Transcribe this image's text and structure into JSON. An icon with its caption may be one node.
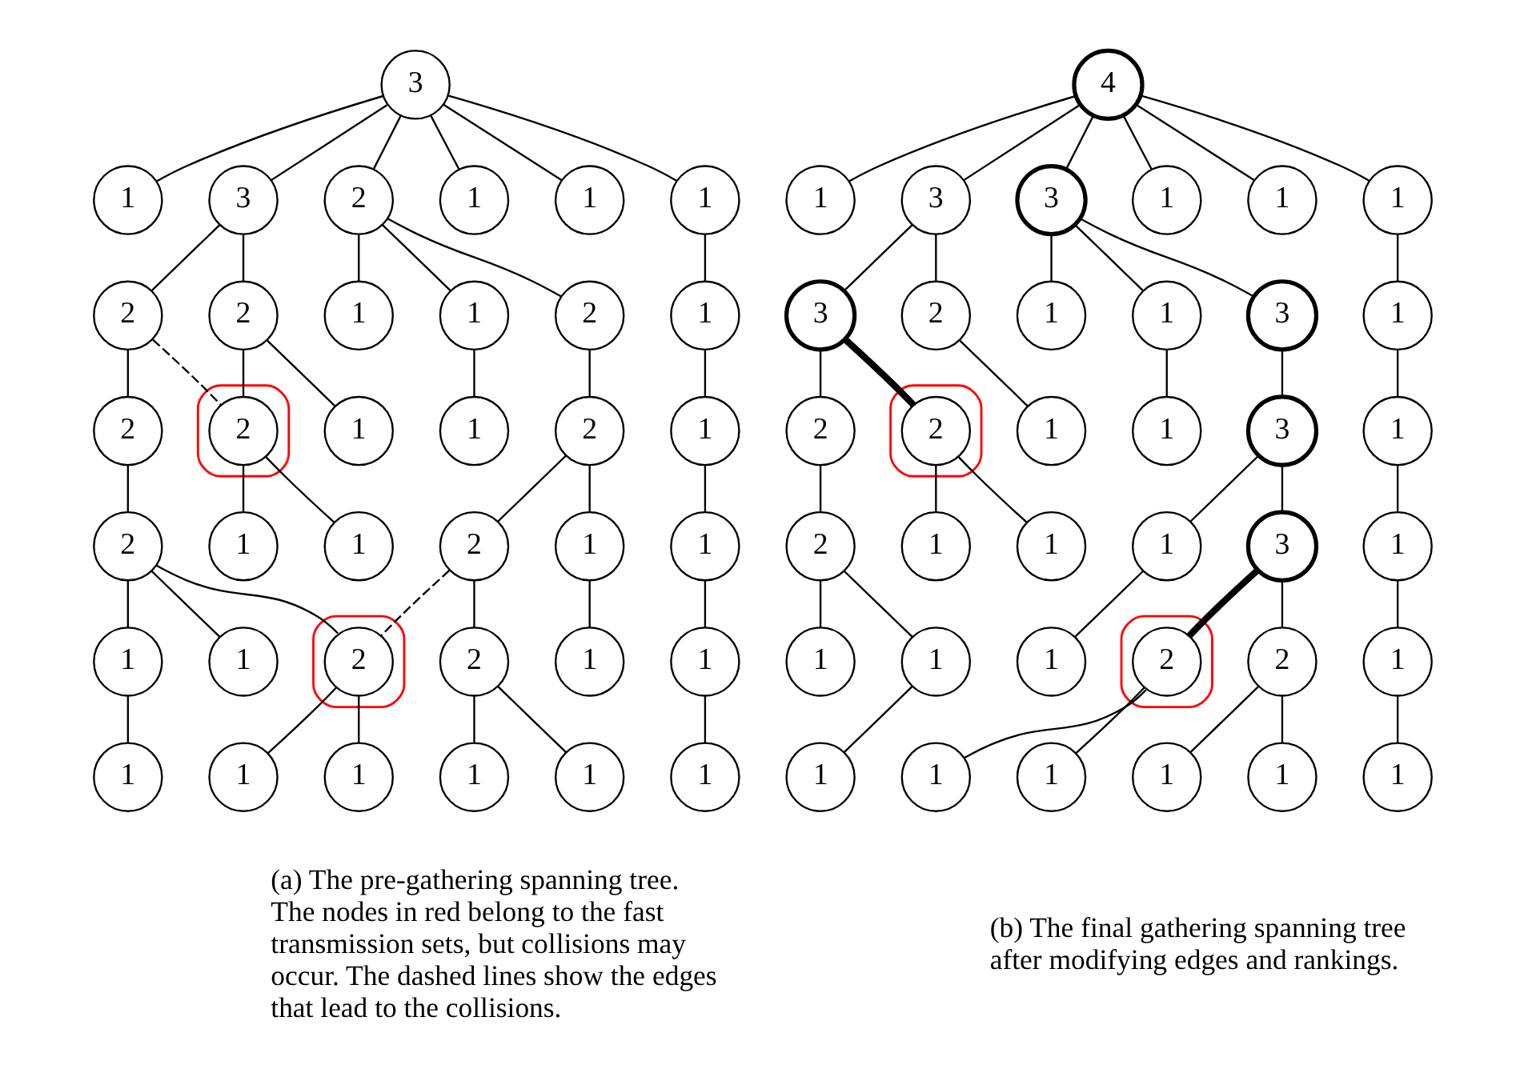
{
  "diagram": {
    "nodes": [
      {
        "text": [
          "3"
        ]
      },
      {
        "text": [
          "1"
        ]
      },
      {
        "text": [
          "3"
        ]
      },
      {
        "text": [
          "2"
        ]
      },
      {
        "text": [
          "1"
        ]
      },
      {
        "text": [
          "1"
        ]
      },
      {
        "text": [
          "1"
        ]
      },
      {
        "text": [
          "2"
        ]
      },
      {
        "text": [
          "2"
        ]
      },
      {
        "text": [
          "1"
        ]
      },
      {
        "text": [
          "1"
        ]
      },
      {
        "text": [
          "2"
        ]
      },
      {
        "text": [
          "1"
        ]
      },
      {
        "text": [
          "2"
        ]
      },
      {
        "text": [],
        "shape": "box"
      },
      {
        "text": [
          "2"
        ],
        "in": 14
      },
      {
        "text": [
          "1"
        ]
      },
      {
        "text": [
          "1"
        ]
      },
      {
        "text": [
          "2"
        ]
      },
      {
        "text": [
          "1"
        ]
      },
      {
        "text": [
          "2"
        ]
      },
      {
        "text": [
          "1"
        ]
      },
      {
        "text": [
          "1"
        ]
      },
      {
        "text": [
          "1"
        ]
      },
      {
        "text": [
          "2"
        ]
      },
      {
        "text": [
          "1"
        ]
      },
      {
        "text": [
          "1"
        ]
      },
      {
        "text": [],
        "shape": "box"
      },
      {
        "text": [
          "2"
        ],
        "in": 27
      },
      {
        "text": [
          "1"
        ]
      },
      {
        "text": [
          "1"
        ]
      },
      {
        "text": [
          "2"
        ]
      },
      {
        "text": [
          "1"
        ]
      },
      {
        "text": [
          "1"
        ]
      },
      {
        "text": [
          "1"
        ]
      },
      {
        "text": [
          "1"
        ]
      },
      {
        "text": [
          "1"
        ]
      },
      {
        "text": [
          "1"
        ]
      },
      {
        "text": [
          "1"
        ]
      },
      {
        "text": [
          "4"
        ]
      },
      {
        "text": [
          "1"
        ]
      },
      {
        "text": [
          "3"
        ]
      },
      {
        "text": [
          "3"
        ]
      },
      {
        "text": [
          "1"
        ]
      },
      {
        "text": [
          "1"
        ]
      },
      {
        "text": [
          "1"
        ]
      },
      {
        "text": [
          "3"
        ]
      },
      {
        "text": [
          "2"
        ]
      },
      {
        "text": [
          "1"
        ]
      },
      {
        "text": [
          "1"
        ]
      },
      {
        "text": [
          "3"
        ]
      },
      {
        "text": [
          "1"
        ]
      },
      {
        "text": [
          "2"
        ]
      },
      {
        "text": [],
        "shape": "box"
      },
      {
        "text": [
          "2"
        ],
        "in": 53
      },
      {
        "text": [
          "1"
        ]
      },
      {
        "text": [
          "1"
        ]
      },
      {
        "text": [
          "3"
        ]
      },
      {
        "text": [
          "1"
        ]
      },
      {
        "text": [
          "2"
        ]
      },
      {
        "text": [
          "1"
        ]
      },
      {
        "text": [
          "1"
        ]
      },
      {
        "text": [
          "1"
        ]
      },
      {
        "text": [
          "3"
        ]
      },
      {
        "text": [
          "1"
        ]
      },
      {
        "text": [
          "1"
        ]
      },
      {
        "text": [],
        "shape": "box"
      },
      {
        "text": [
          "2"
        ],
        "in": 66
      },
      {
        "text": [
          "1"
        ]
      },
      {
        "text": [
          "1"
        ]
      },
      {
        "text": [
          "2"
        ]
      },
      {
        "text": [
          "1"
        ]
      },
      {
        "text": [
          "1"
        ]
      },
      {
        "text": [
          "1"
        ]
      },
      {
        "text": [
          "1"
        ]
      },
      {
        "text": [
          "1"
        ]
      },
      {
        "text": [
          "1"
        ]
      },
      {
        "text": [
          "1"
        ]
      }
    ],
    "edges": [
      {
        "from": 0,
        "to": 1,
        "arrow": "none"
      },
      {
        "from": 0,
        "to": 2,
        "arrow": "none"
      },
      {
        "from": 0,
        "to": 3,
        "arrow": "none"
      },
      {
        "from": 0,
        "to": 4,
        "arrow": "none"
      },
      {
        "from": 0,
        "to": 5,
        "arrow": "none"
      },
      {
        "from": 0,
        "to": 6,
        "arrow": "none"
      },
      {
        "from": 2,
        "to": 7,
        "arrow": "none"
      },
      {
        "from": 2,
        "to": 8,
        "arrow": "none"
      },
      {
        "from": 3,
        "to": 9,
        "arrow": "none"
      },
      {
        "from": 3,
        "to": 10,
        "arrow": "none"
      },
      {
        "from": 3,
        "to": 11,
        "arrow": "none"
      },
      {
        "from": 6,
        "to": 12,
        "arrow": "none"
      },
      {
        "from": 7,
        "to": 13,
        "arrow": "none"
      },
      {
        "from": 7,
        "to": 15,
        "arrow": "none",
        "style": "dashed"
      },
      {
        "from": 8,
        "to": 15,
        "arrow": "none"
      },
      {
        "from": 8,
        "to": 16,
        "arrow": "none"
      },
      {
        "from": 10,
        "to": 17,
        "arrow": "none"
      },
      {
        "from": 11,
        "to": 18,
        "arrow": "none"
      },
      {
        "from": 12,
        "to": 19,
        "arrow": "none"
      },
      {
        "from": 13,
        "to": 20,
        "arrow": "none"
      },
      {
        "from": 15,
        "to": 21,
        "arrow": "none"
      },
      {
        "from": 15,
        "to": 22,
        "arrow": "none"
      },
      {
        "from": 18,
        "to": 23,
        "arrow": "none"
      },
      {
        "from": 18,
        "to": 24,
        "arrow": "none"
      },
      {
        "from": 19,
        "to": 25,
        "arrow": "none"
      },
      {
        "from": 20,
        "to": 26,
        "arrow": "none"
      },
      {
        "from": 20,
        "to": 28,
        "arrow": "none"
      },
      {
        "from": 20,
        "to": 29,
        "arrow": "none"
      },
      {
        "from": 23,
        "to": 30,
        "arrow": "none"
      },
      {
        "from": 24,
        "to": 31,
        "arrow": "none"
      },
      {
        "from": 24,
        "to": 28,
        "arrow": "none",
        "style": "dashed"
      },
      {
        "from": 25,
        "to": 32,
        "arrow": "none"
      },
      {
        "from": 28,
        "to": 33,
        "arrow": "none"
      },
      {
        "from": 28,
        "to": 34,
        "arrow": "none"
      },
      {
        "from": 29,
        "to": 35,
        "arrow": "none"
      },
      {
        "from": 31,
        "to": 36,
        "arrow": "none"
      },
      {
        "from": 31,
        "to": 37,
        "arrow": "none"
      },
      {
        "from": 32,
        "to": 38,
        "arrow": "none"
      },
      {
        "from": 39,
        "to": 40,
        "arrow": "none"
      },
      {
        "from": 39,
        "to": 41,
        "arrow": "none"
      },
      {
        "from": 39,
        "to": 42,
        "arrow": "none"
      },
      {
        "from": 39,
        "to": 43,
        "arrow": "none"
      },
      {
        "from": 39,
        "to": 44,
        "arrow": "none"
      },
      {
        "from": 39,
        "to": 45,
        "arrow": "none"
      },
      {
        "from": 41,
        "to": 46,
        "arrow": "none"
      },
      {
        "from": 41,
        "to": 47,
        "arrow": "none"
      },
      {
        "from": 42,
        "to": 48,
        "arrow": "none"
      },
      {
        "from": 42,
        "to": 49,
        "arrow": "none"
      },
      {
        "from": 42,
        "to": 50,
        "arrow": "none"
      },
      {
        "from": 45,
        "to": 51,
        "arrow": "none"
      },
      {
        "from": 46,
        "to": 52,
        "arrow": "none"
      },
      {
        "from": 46,
        "to": 54,
        "arrow": "none",
        "style": "thick"
      },
      {
        "from": 47,
        "to": 55,
        "arrow": "none"
      },
      {
        "from": 49,
        "to": 56,
        "arrow": "none"
      },
      {
        "from": 50,
        "to": 57,
        "arrow": "none"
      },
      {
        "from": 51,
        "to": 58,
        "arrow": "none"
      },
      {
        "from": 52,
        "to": 59,
        "arrow": "none"
      },
      {
        "from": 54,
        "to": 60,
        "arrow": "none"
      },
      {
        "from": 54,
        "to": 61,
        "arrow": "none"
      },
      {
        "from": 57,
        "to": 62,
        "arrow": "none"
      },
      {
        "from": 57,
        "to": 63,
        "arrow": "none"
      },
      {
        "from": 58,
        "to": 64,
        "arrow": "none"
      },
      {
        "from": 59,
        "to": 65,
        "arrow": "none"
      },
      {
        "from": 59,
        "to": 68,
        "arrow": "none"
      },
      {
        "from": 62,
        "to": 69,
        "arrow": "none"
      },
      {
        "from": 63,
        "to": 67,
        "arrow": "none",
        "style": "thick"
      },
      {
        "from": 63,
        "to": 70,
        "arrow": "none"
      },
      {
        "from": 64,
        "to": 71,
        "arrow": "none"
      },
      {
        "from": 67,
        "to": 72,
        "arrow": "none"
      },
      {
        "from": 67,
        "to": 73,
        "arrow": "none"
      },
      {
        "from": 68,
        "to": 74,
        "arrow": "none"
      },
      {
        "from": 70,
        "to": 75,
        "arrow": "none"
      },
      {
        "from": 70,
        "to": 76,
        "arrow": "none"
      },
      {
        "from": 71,
        "to": 77,
        "arrow": "none"
      }
    ],
    "labels": [
      "(a) The pre-gathering spanning tree. The nodes in red belong to the fast transmission sets, but collisions may occur. The dashed lines show the edges that lead to the collisions.",
      "(b) The final gathering spanning tree after modifying edges and rankings."
    ]
  }
}
